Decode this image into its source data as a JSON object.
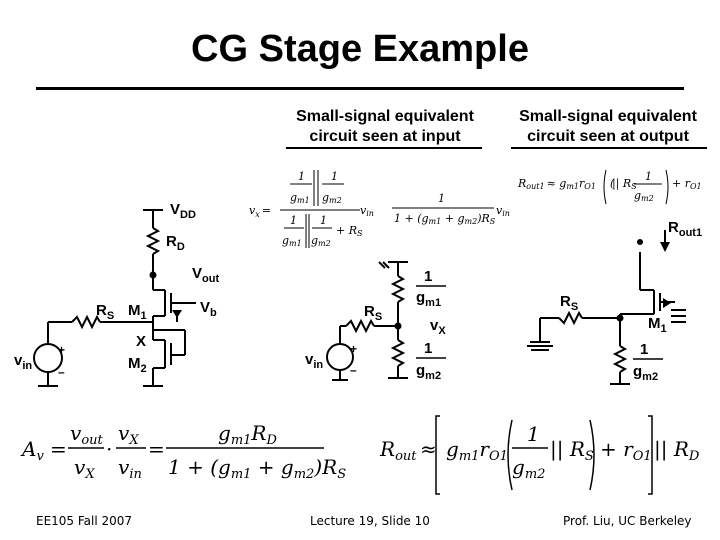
{
  "slide": {
    "title": "CG Stage Example",
    "col_input_heading_1": "Small-signal equivalent",
    "col_input_heading_2": "circuit seen at input",
    "col_output_heading_1": "Small-signal equivalent",
    "col_output_heading_2": "circuit seen at output"
  },
  "labels": {
    "vdd_v": "V",
    "vdd_sub": "DD",
    "rd_r": "R",
    "rd_sub": "D",
    "vout_v": "V",
    "vout_sub": "out",
    "rs": "R",
    "rs_sub": "S",
    "m1": "M",
    "m1_sub": "1",
    "vb_v": "V",
    "vb_sub": "b",
    "x": "X",
    "m2": "M",
    "m2_sub": "2",
    "vin_v": "v",
    "vin_sub": "in",
    "one": "1",
    "gm1_g": "g",
    "gm1_sub": "m1",
    "gm2_g": "g",
    "gm2_sub": "m2",
    "vx_v": "v",
    "vx_sub": "X",
    "rout1_r": "R",
    "rout1_sub": "out1",
    "plus": "+",
    "minus": "–"
  },
  "equations": {
    "vx_lhs": "v",
    "vx_lhs_sub": "x",
    "vx_eq": "=",
    "vx_num_1": "1",
    "vx_num_bar": "||",
    "vx_num_2": "1",
    "vx_num_gm1": "g",
    "vx_num_gm1_sub": "m1",
    "vx_num_gm2": "g",
    "vx_num_gm2_sub": "m2",
    "vx_den_1": "1",
    "vx_den_2": "1",
    "vx_den_gm1": "g",
    "vx_den_gm1_sub": "m1",
    "vx_den_gm2": "g",
    "vx_den_gm2_sub": "m2",
    "vx_den_plus": "+ R",
    "vx_den_rs_sub": "S",
    "vin_frac_num": "1",
    "vin_frac_den": "1 + (g",
    "vin_frac_den_sub1": "m1",
    "vin_frac_den_mid": " + g",
    "vin_frac_den_sub2": "m2",
    "vin_frac_den_end": ")R",
    "vin_frac_den_sub3": "S",
    "vin_frac_prefix": "v",
    "vin_frac_prefix_sub": "in",
    "vin_frac_suffix": "v",
    "vin_frac_suffix_sub": "in",
    "rout1_small": "R",
    "rout1_small_sub": "out1",
    "rout1_small_approx": "≈ g",
    "rout1_small_approx_sub": "m1",
    "rout1_small_r": "r",
    "rout1_small_r_sub": "O1",
    "rout1_small_one": "1",
    "rout1_small_g": "g",
    "rout1_small_g_sub": "m2",
    "rout1_small_rs": "|| R",
    "rout1_small_rs_sub": "S",
    "rout1_small_plus": "+ r",
    "rout1_small_plus_sub": "O1",
    "av_A": "A",
    "av_A_sub": "v",
    "av_eq": "=",
    "av_num1": "v",
    "av_num1_sub": "out",
    "av_den1": "v",
    "av_den1_sub": "X",
    "av_dot": "·",
    "av_num2": "v",
    "av_num2_sub": "X",
    "av_den2": "v",
    "av_den2_sub": "in",
    "av_eq2": "=",
    "av_rnum": "g",
    "av_rnum_sub": "m1",
    "av_rnum_r": "R",
    "av_rnum_r_sub": "D",
    "av_rden_1": "1 + (g",
    "av_rden_sub1": "m1",
    "av_rden_mid": " + g",
    "av_rden_sub2": "m2",
    "av_rden_end": ")R",
    "av_rden_sub3": "S",
    "rout_R": "R",
    "rout_R_sub": "out",
    "rout_approx": "≈",
    "rout_g": "g",
    "rout_g_sub": "m1",
    "rout_r": "r",
    "rout_r_sub": "O1",
    "rout_one": "1",
    "rout_gden": "g",
    "rout_gden_sub": "m2",
    "rout_rs": "|| R",
    "rout_rs_sub": "S",
    "rout_plus": "+ r",
    "rout_plus_sub": "O1",
    "rout_rd": "|| R",
    "rout_rd_sub": "D"
  },
  "footer": {
    "left": "EE105 Fall 2007",
    "center": "Lecture 19, Slide 10",
    "right": "Prof. Liu, UC Berkeley"
  }
}
